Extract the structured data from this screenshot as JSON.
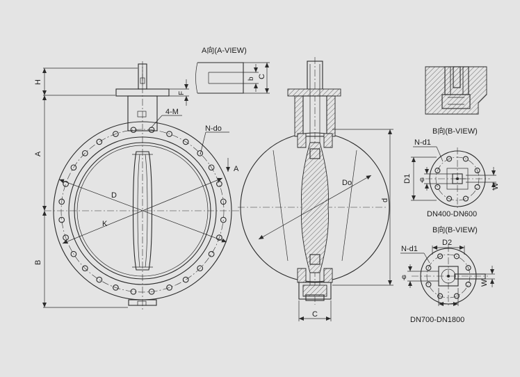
{
  "labels": {
    "a_view": "A向(A-VIEW)",
    "b_view_1": "B向(B-VIEW)",
    "b_view_2": "B向(B-VIEW)",
    "range_1": "DN400-DN600",
    "range_2": "DN700-DN1800",
    "dim_H": "H",
    "dim_A": "A",
    "dim_B": "B",
    "dim_D": "D",
    "dim_K": "K",
    "dim_4M": "4-M",
    "dim_Ndo": "N-do",
    "arrow_A": "A",
    "dim_C_top": "C",
    "dim_b": "b",
    "dim_F": "F",
    "dim_Do": "Do",
    "dim_d": "d",
    "dim_C_bottom": "C",
    "dim_Nd1_1": "N-d1",
    "dim_D1": "D1",
    "dim_phi_1": "φ",
    "dim_W_1": "W",
    "dim_Nd1_2": "N-d1",
    "dim_D2": "D2",
    "dim_phi_2": "φ",
    "dim_W_2": "W"
  },
  "colors": {
    "background": "#e4e4e4",
    "line": "#2a2a2a",
    "text": "#1c1c1c"
  }
}
